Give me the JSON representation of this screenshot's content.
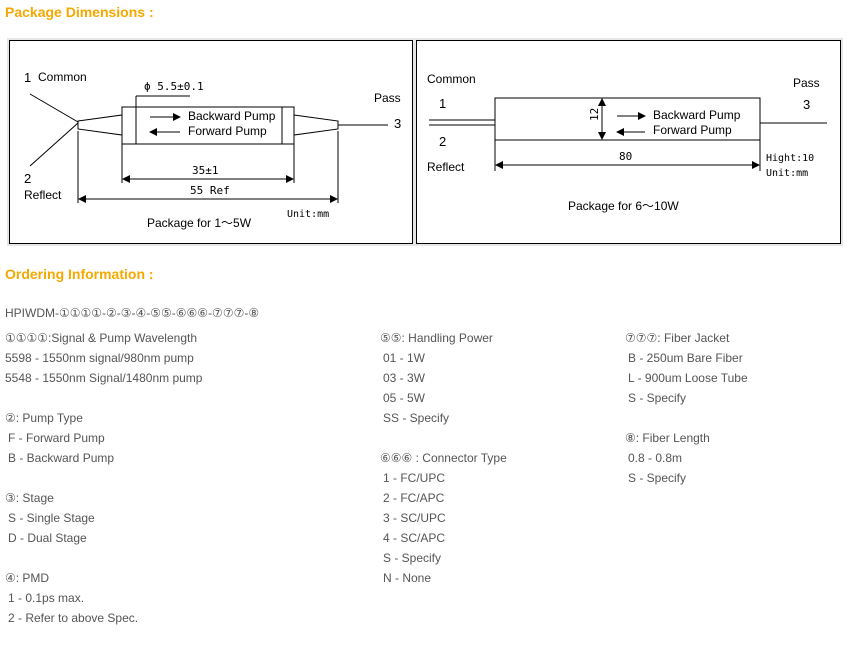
{
  "package": {
    "title": "Package Dimensions :",
    "left": {
      "port1": "1",
      "common": "Common",
      "port2": "2",
      "reflect": "Reflect",
      "pass": "Pass",
      "port3": "3",
      "diameter": "ϕ 5.5±0.1",
      "backward": "Backward Pump",
      "forward": "Forward Pump",
      "dim_body": "35±1",
      "dim_total": "55 Ref",
      "caption": "Package for 1～5W",
      "unit": "Unit:mm"
    },
    "right": {
      "common": "Common",
      "port1": "1",
      "port2": "2",
      "reflect": "Reflect",
      "pass": "Pass",
      "port3": "3",
      "height_dim": "12",
      "backward": "Backward Pump",
      "forward": "Forward Pump",
      "length_dim": "80",
      "hight": "Hight:10",
      "unit": "Unit:mm",
      "caption": "Package for 6～10W"
    }
  },
  "ordering": {
    "title": "Ordering Information :",
    "code": "HPIWDM-①①①①-②-③-④-⑤⑤-⑥⑥⑥-⑦⑦⑦-⑧",
    "columns": [
      [
        {
          "heading": "①①①①:Signal & Pump Wavelength",
          "options": [
            "5598 - 1550nm signal/980nm pump",
            "5548 - 1550nm Signal/1480nm pump"
          ],
          "nopad": true
        },
        {
          "heading": "②: Pump Type",
          "options": [
            "F - Forward Pump",
            "B - Backward Pump"
          ]
        },
        {
          "heading": "③: Stage",
          "options": [
            "S - Single Stage",
            "D - Dual Stage"
          ]
        },
        {
          "heading": "④: PMD",
          "options": [
            "1 - 0.1ps max.",
            "2 - Refer to above Spec."
          ]
        }
      ],
      [
        {
          "heading": "⑤⑤: Handling Power",
          "options": [
            "01 - 1W",
            "03 - 3W",
            "05 - 5W",
            "SS - Specify"
          ]
        },
        {
          "heading": "⑥⑥⑥ : Connector Type",
          "options": [
            "1 - FC/UPC",
            "2 - FC/APC",
            "3 - SC/UPC",
            "4 - SC/APC",
            "S - Specify",
            "N - None"
          ]
        }
      ],
      [
        {
          "heading": "⑦⑦⑦: Fiber Jacket",
          "options": [
            "B - 250um Bare Fiber",
            "L - 900um Loose Tube",
            "S - Specify"
          ]
        },
        {
          "heading": "⑧: Fiber Length",
          "options": [
            "0.8 - 0.8m",
            "S - Specify"
          ]
        }
      ]
    ]
  }
}
